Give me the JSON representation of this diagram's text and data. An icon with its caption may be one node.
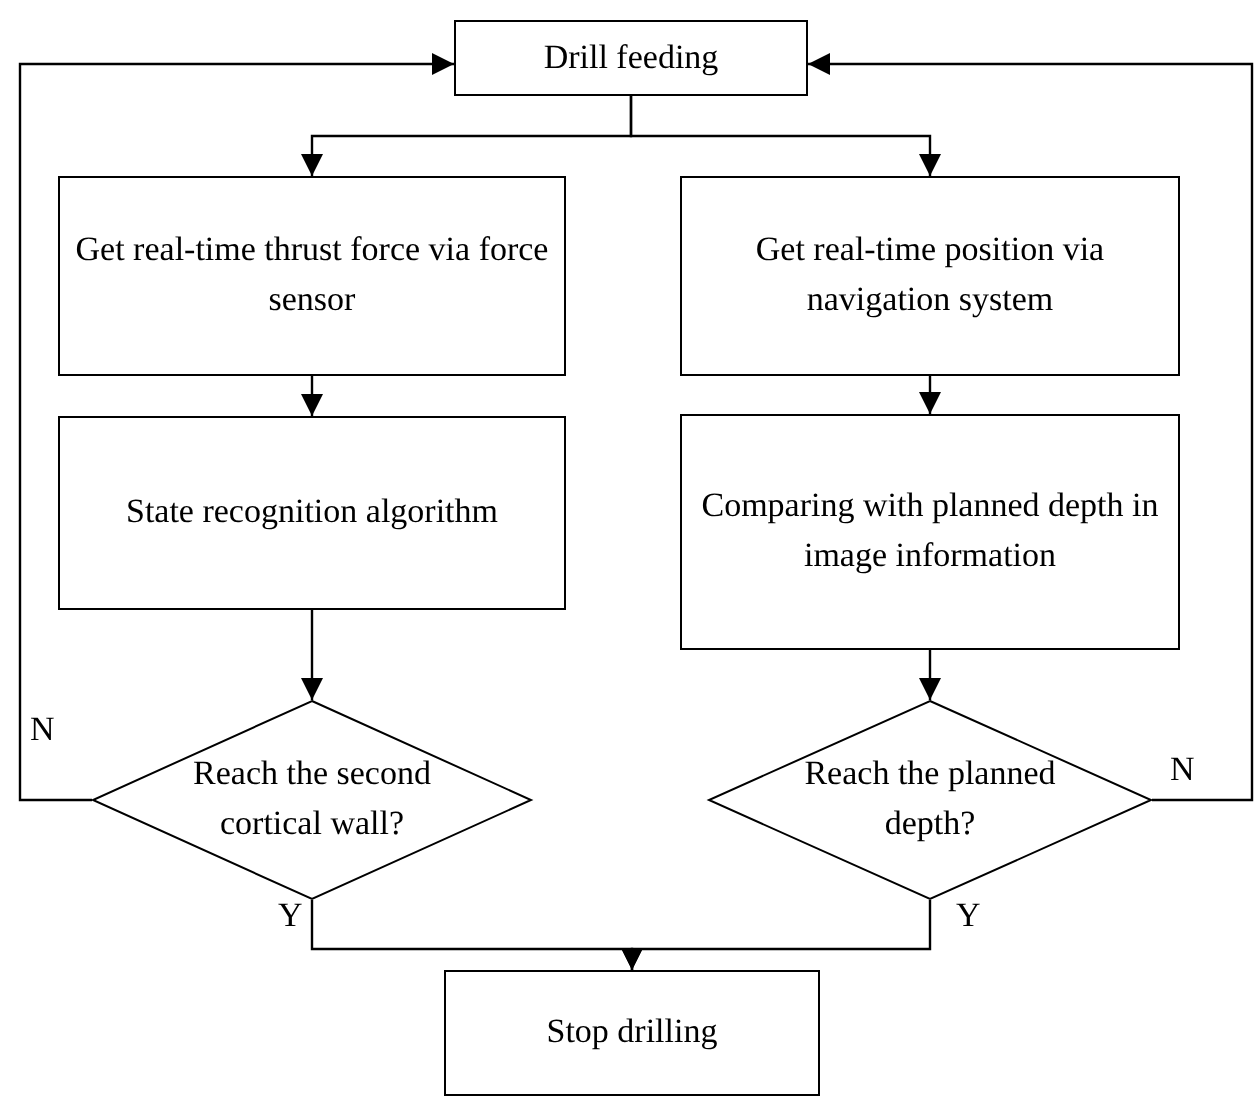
{
  "diagram": {
    "nodes": [
      {
        "text": [
          "Drill feeding"
        ]
      },
      {
        "text": [
          "Get real-time thrust force via force sensor"
        ]
      },
      {
        "text": [
          "Get real-time position via navigation system"
        ]
      },
      {
        "text": [
          "State recognition algorithm"
        ]
      },
      {
        "text": [
          "Comparing with planned depth in image information"
        ]
      },
      {
        "text": [
          "Reach the second cortical wall?"
        ]
      },
      {
        "text": [
          "Reach the planned depth?"
        ]
      },
      {
        "text": [
          "Stop drilling"
        ]
      }
    ],
    "edges": [
      {
        "from": 0,
        "to": 1,
        "arrow": "to"
      },
      {
        "from": 0,
        "to": 2,
        "arrow": "to"
      },
      {
        "from": 1,
        "to": 3,
        "arrow": "to"
      },
      {
        "from": 2,
        "to": 4,
        "arrow": "to"
      },
      {
        "from": 3,
        "to": 5,
        "arrow": "to"
      },
      {
        "from": 4,
        "to": 6,
        "arrow": "to"
      },
      {
        "from": 5,
        "to": 7,
        "arrow": "to",
        "label": "Y"
      },
      {
        "from": 6,
        "to": 7,
        "arrow": "to",
        "label": "Y"
      },
      {
        "from": 5,
        "to": 0,
        "arrow": "to",
        "label": "N"
      },
      {
        "from": 6,
        "to": 0,
        "arrow": "to",
        "label": "N"
      }
    ]
  }
}
